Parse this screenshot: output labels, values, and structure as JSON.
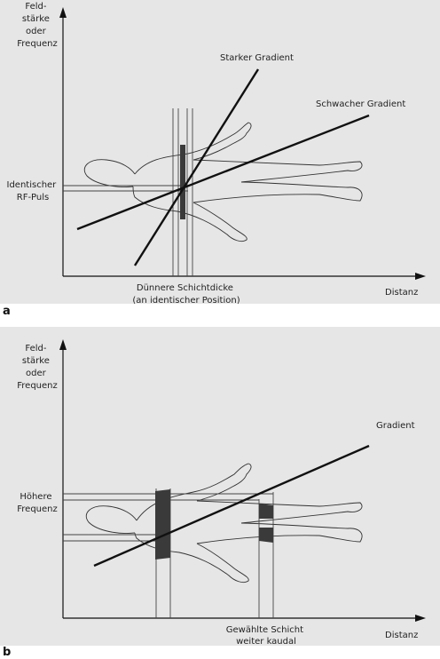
{
  "panel_a": {
    "letter": "a",
    "y_axis_label": [
      "Feld-",
      "stärke",
      "oder",
      "Frequenz"
    ],
    "x_axis_label": "Distanz",
    "strong_gradient_label": "Starker Gradient",
    "weak_gradient_label": "Schwacher Gradient",
    "rf_label": [
      "Identischer",
      "RF-Puls"
    ],
    "bottom_label": [
      "Dünnere Schichtdicke",
      "(an identischer Position)"
    ]
  },
  "panel_b": {
    "letter": "b",
    "y_axis_label": [
      "Feld-",
      "stärke",
      "oder",
      "Frequenz"
    ],
    "x_axis_label": "Distanz",
    "gradient_label": "Gradient",
    "freq_label": [
      "Höhere",
      "Frequenz"
    ],
    "bottom_label": [
      "Gewählte Schicht",
      "weiter kaudal"
    ]
  },
  "colors": {
    "background": "#e6e6e6",
    "line": "#111111",
    "slice_fill": "#3a3a3a"
  }
}
